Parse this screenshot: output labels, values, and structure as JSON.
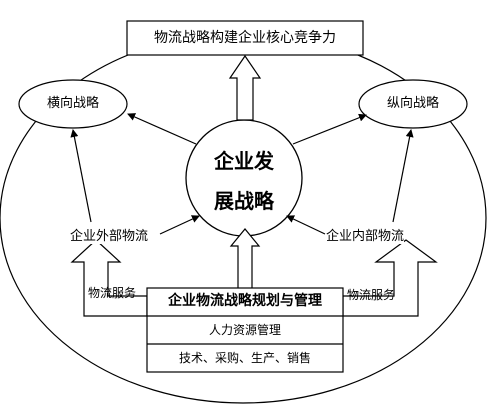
{
  "colors": {
    "stroke": "#000000",
    "background": "#ffffff",
    "text": "#000000"
  },
  "diagram": {
    "top_goal": "物流战略构建企业核心竞争力",
    "left_strategy": "横向战略",
    "right_strategy": "纵向战略",
    "center_line1": "企业发",
    "center_line2": "展战略",
    "left_logistics": "企业外部物流",
    "right_logistics": "企业内部物流",
    "left_service": "物流服务",
    "right_service": "物流服务",
    "planning_title": "企业物流战略规划与管理",
    "planning_row1": "人力资源管理",
    "planning_row2": "技术、采购、生产、销售"
  }
}
